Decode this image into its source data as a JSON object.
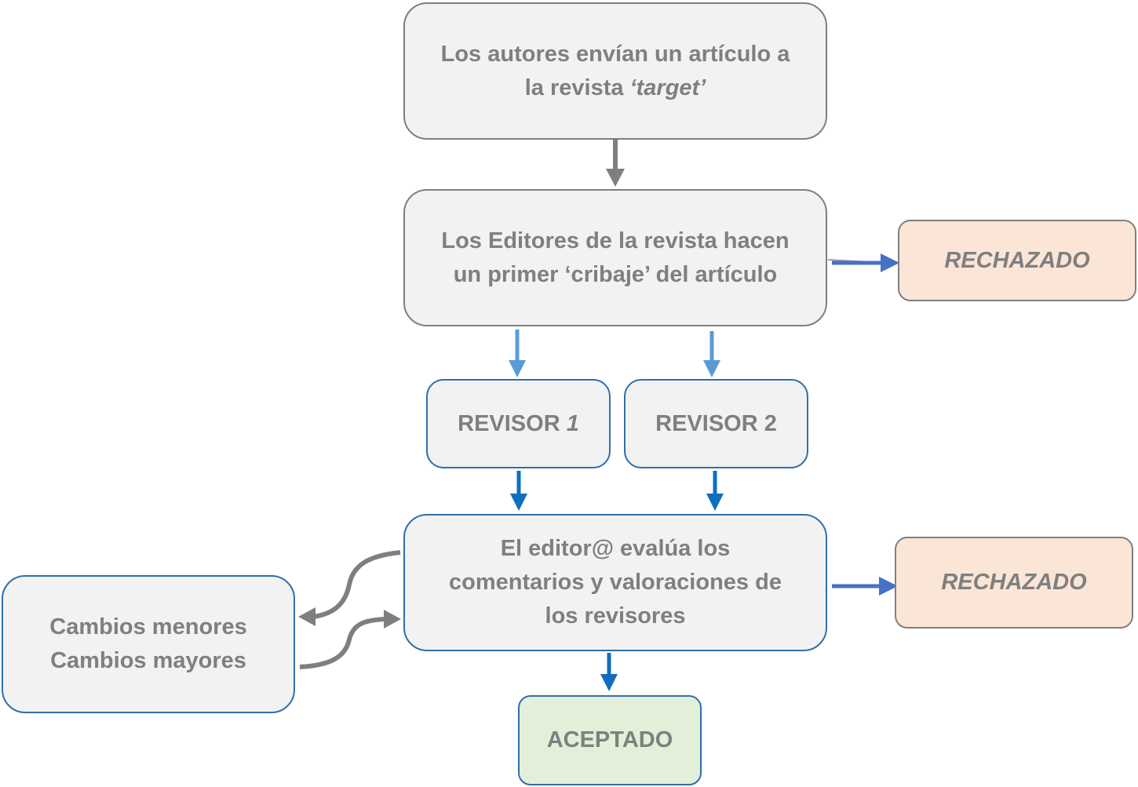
{
  "nodes": {
    "submit": {
      "line1": "Los autores envían un artículo a",
      "line2_prefix": "la revista ",
      "line2_italic": "‘target’"
    },
    "screening": {
      "line1": "Los Editores de la revista hacen",
      "line2": "un primer ‘cribaje’ del artículo"
    },
    "reject_1": {
      "label": "RECHAZADO"
    },
    "reviewer_1": {
      "prefix": "REVISOR ",
      "number": "1"
    },
    "reviewer_2": {
      "label": "REVISOR 2"
    },
    "evaluation": {
      "line1": "El editor@ evalúa los",
      "line2": "comentarios y valoraciones de",
      "line3": "los revisores"
    },
    "reject_2": {
      "label": "RECHAZADO"
    },
    "changes": {
      "line1": "Cambios menores",
      "line2": "Cambios mayores"
    },
    "accepted": {
      "label": "ACEPTADO"
    }
  },
  "colors": {
    "gray_border": "#7f7f7f",
    "blue_border": "#2f6fad",
    "reject_fill": "#fbe5d6",
    "accept_fill": "#e2f0d9",
    "box_fill": "#f2f2f2",
    "arrow_gray": "#7f7f7f",
    "arrow_light_blue": "#5b9bd5",
    "arrow_blue": "#0f6ec0",
    "arrow_royal": "#4472c4"
  }
}
